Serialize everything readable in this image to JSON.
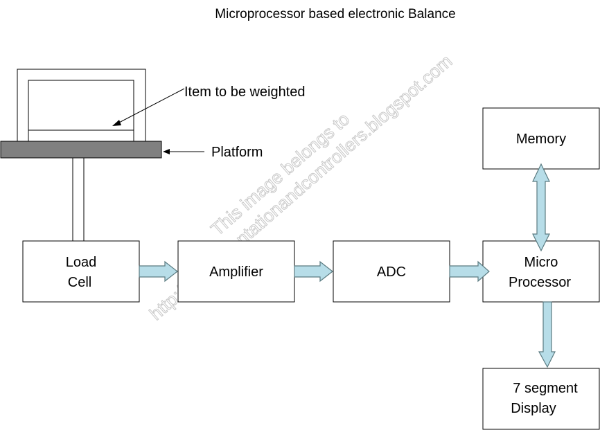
{
  "title": "Microprocessor based electronic Balance",
  "annotations": {
    "item": "Item to be weighted",
    "platform": "Platform"
  },
  "blocks": {
    "load_cell": [
      "Load",
      "Cell"
    ],
    "amplifier": "Amplifier",
    "adc": "ADC",
    "microprocessor": [
      "Micro",
      "Processor"
    ],
    "memory": "Memory",
    "display": [
      "7 segment",
      "Display"
    ]
  },
  "watermark": {
    "line1": "This image belongs to",
    "line2": "http://instrumentationandcontrollers.blogspot.com"
  },
  "colors": {
    "arrow_fill": "#b7dde8",
    "platform_fill": "#808080"
  }
}
